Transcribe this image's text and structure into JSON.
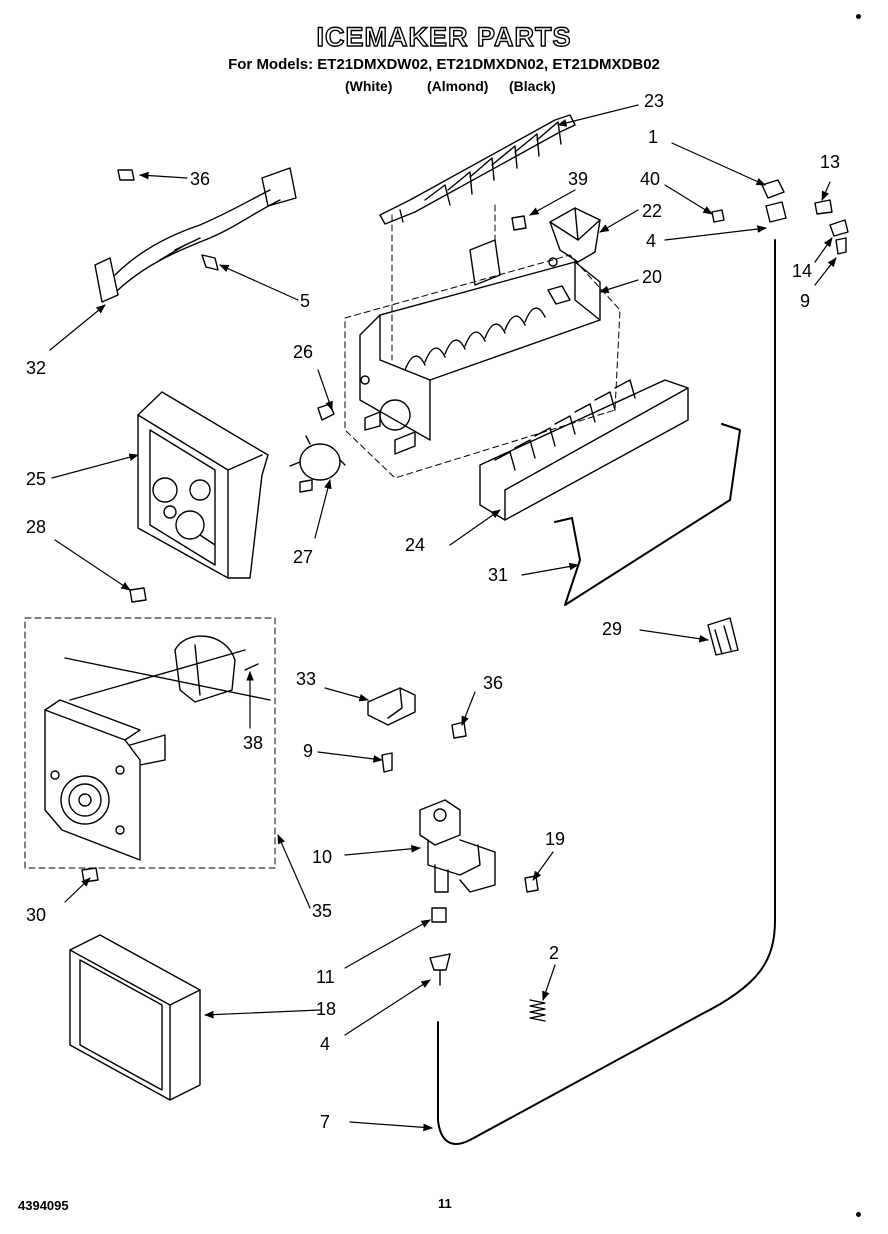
{
  "header": {
    "title": "ICEMAKER PARTS",
    "models": "For Models: ET21DMXDW02, ET21DMXDN02, ET21DMXDB02",
    "colors": [
      "(White)",
      "(Almond)",
      "(Black)"
    ]
  },
  "callouts": {
    "p1": "1",
    "p2": "2",
    "p4a": "4",
    "p4b": "4",
    "p5": "5",
    "p7": "7",
    "p9a": "9",
    "p9b": "9",
    "p10": "10",
    "p11": "11",
    "p13": "13",
    "p14": "14",
    "p18": "18",
    "p19": "19",
    "p20": "20",
    "p22": "22",
    "p23": "23",
    "p24": "24",
    "p25": "25",
    "p26": "26",
    "p27": "27",
    "p28": "28",
    "p29": "29",
    "p30": "30",
    "p31": "31",
    "p32": "32",
    "p33": "33",
    "p35": "35",
    "p36a": "36",
    "p36b": "36",
    "p38": "38",
    "p39": "39",
    "p40": "40"
  },
  "footer": {
    "doc_number": "4394095",
    "page_number": "11"
  }
}
